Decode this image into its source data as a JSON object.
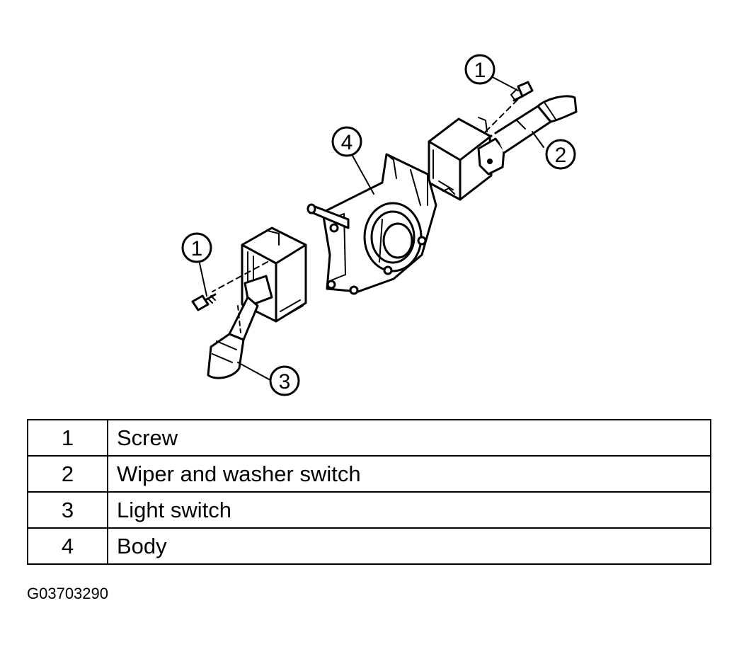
{
  "diagram": {
    "callouts": [
      {
        "number": "1",
        "target": "screw-upper"
      },
      {
        "number": "2",
        "target": "wiper-washer-switch"
      },
      {
        "number": "4",
        "target": "body"
      },
      {
        "number": "1",
        "target": "screw-lower"
      },
      {
        "number": "3",
        "target": "light-switch"
      }
    ]
  },
  "legend": {
    "rows": [
      {
        "number": "1",
        "description": "Screw"
      },
      {
        "number": "2",
        "description": "Wiper and washer switch"
      },
      {
        "number": "3",
        "description": "Light switch"
      },
      {
        "number": "4",
        "description": "Body"
      }
    ]
  },
  "figure_id": "G03703290"
}
